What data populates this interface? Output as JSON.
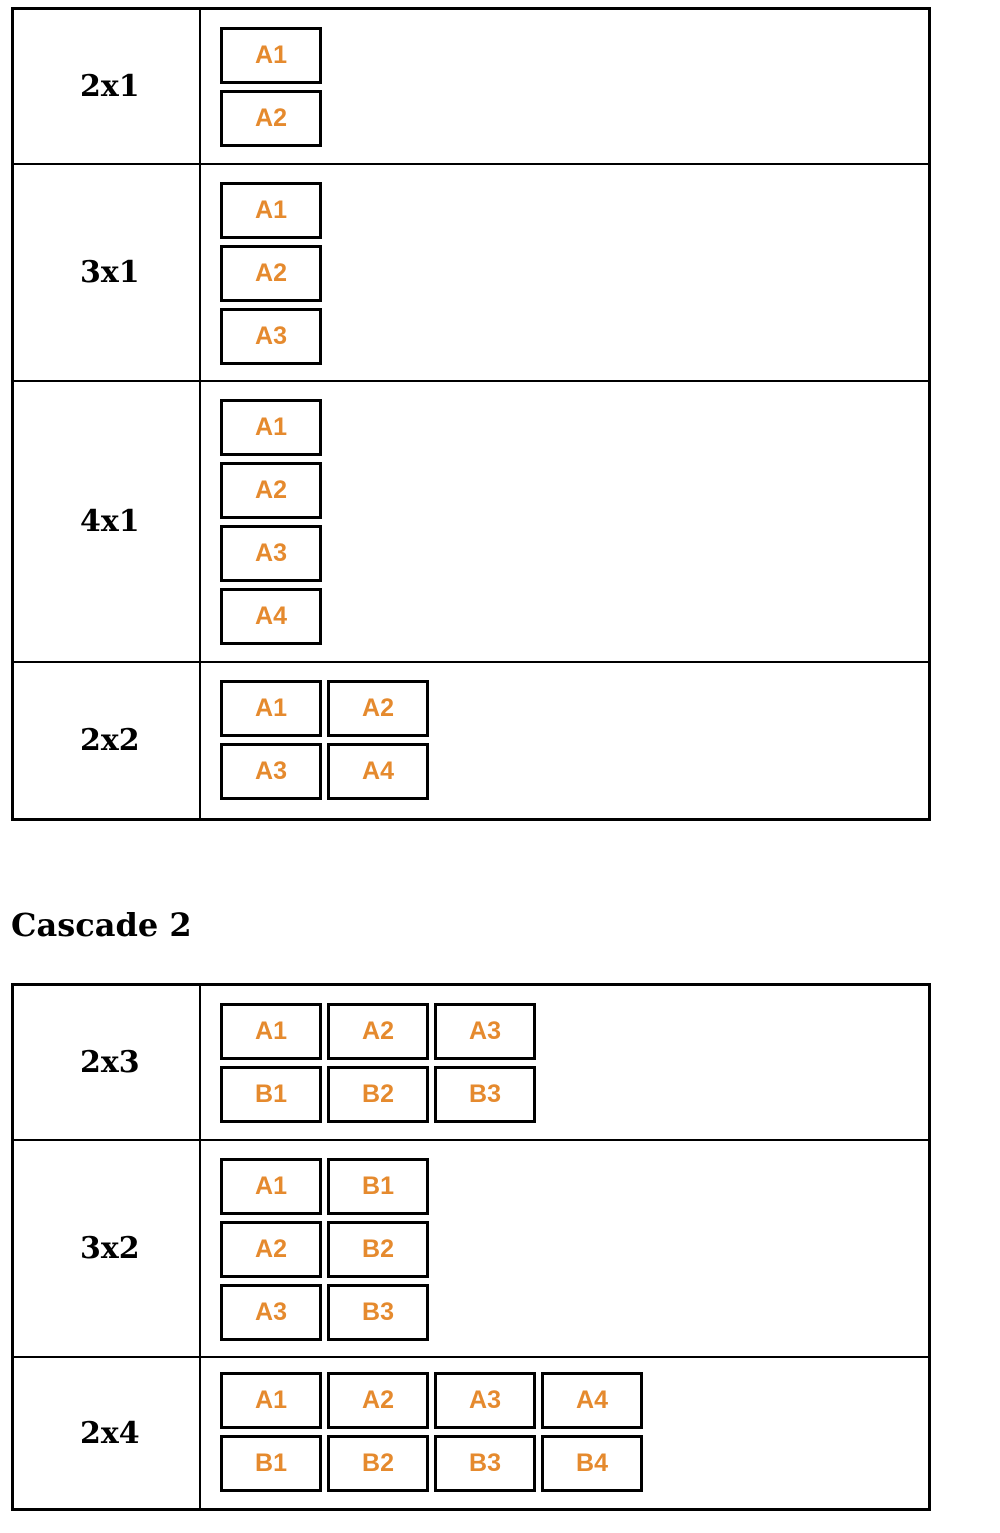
{
  "colors": {
    "cell_text": "#e58a2e",
    "border": "#000000"
  },
  "heading": "Cascade 2",
  "table1": [
    {
      "label": "2x1",
      "cols": 1,
      "cells": [
        "A1",
        "A2"
      ]
    },
    {
      "label": "3x1",
      "cols": 1,
      "cells": [
        "A1",
        "A2",
        "A3"
      ]
    },
    {
      "label": "4x1",
      "cols": 1,
      "cells": [
        "A1",
        "A2",
        "A3",
        "A4"
      ]
    },
    {
      "label": "2x2",
      "cols": 2,
      "cells": [
        "A1",
        "A2",
        "A3",
        "A4"
      ]
    }
  ],
  "table2": [
    {
      "label": "2x3",
      "cols": 3,
      "cells": [
        "A1",
        "A2",
        "A3",
        "B1",
        "B2",
        "B3"
      ]
    },
    {
      "label": "3x2",
      "cols": 2,
      "cells": [
        "A1",
        "B1",
        "A2",
        "B2",
        "A3",
        "B3"
      ]
    },
    {
      "label": "2x4",
      "cols": 4,
      "cells": [
        "A1",
        "A2",
        "A3",
        "A4",
        "B1",
        "B2",
        "B3",
        "B4"
      ]
    }
  ]
}
